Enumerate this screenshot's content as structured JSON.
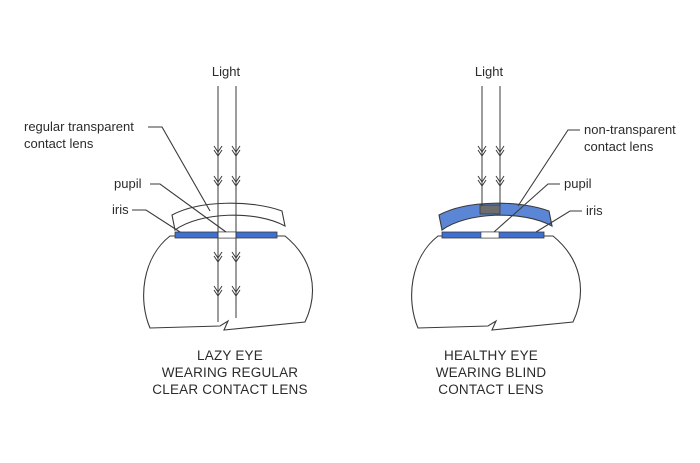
{
  "colors": {
    "ink": "#3a3a3a",
    "lens_blue": "#5b86d6",
    "iris_blue": "#3f6fd0",
    "blind_patch": "#6d6d6d",
    "background": "#ffffff"
  },
  "left_panel": {
    "light_label": "Light",
    "lens_label_line1": "regular transparent",
    "lens_label_line2": "contact lens",
    "pupil_label": "pupil",
    "iris_label": "iris",
    "caption_line1": "LAZY EYE",
    "caption_line2": "WEARING REGULAR",
    "caption_line3": "CLEAR CONTACT LENS"
  },
  "right_panel": {
    "light_label": "Light",
    "lens_label_line1": "non-transparent",
    "lens_label_line2": "contact lens",
    "pupil_label": "pupil",
    "iris_label": "iris",
    "caption_line1": "HEALTHY EYE",
    "caption_line2": "WEARING BLIND",
    "caption_line3": "CONTACT LENS"
  }
}
